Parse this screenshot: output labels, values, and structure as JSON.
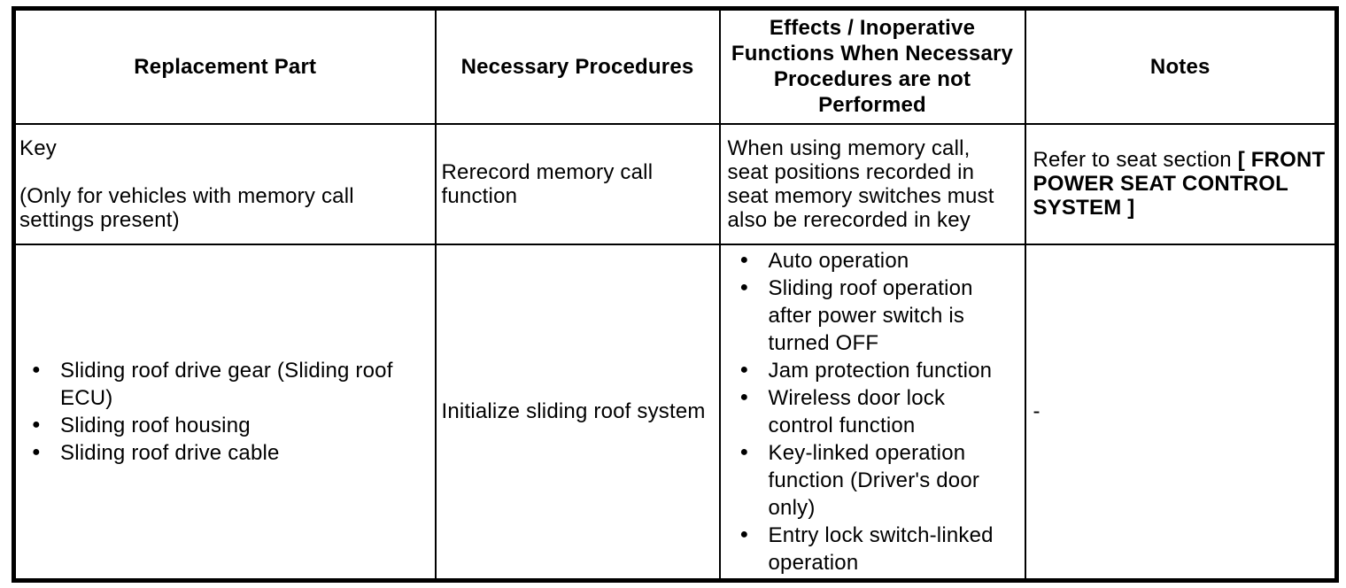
{
  "table": {
    "headers": {
      "replacement_part": "Replacement Part",
      "necessary_procedures": "Necessary Procedures",
      "effects": "Effects / Inoperative Functions When Necessary Procedures are not Performed",
      "notes": "Notes"
    },
    "rows": [
      {
        "part_title": "Key",
        "part_note": "(Only for vehicles with memory call settings present)",
        "procedure": "Rerecord memory call function",
        "effects": "When using memory call, seat positions recorded in seat memory switches must also be rerecorded in key",
        "notes_text": "Refer to seat section ",
        "notes_ref": "[ FRONT POWER SEAT CONTROL SYSTEM ]"
      },
      {
        "parts": [
          "Sliding roof drive gear (Sliding roof ECU)",
          "Sliding roof housing",
          "Sliding roof drive cable"
        ],
        "procedure": "Initialize sliding roof system",
        "effects": [
          "Auto operation",
          "Sliding roof operation after power switch is turned OFF",
          "Jam protection function",
          "Wireless door lock control function",
          "Key-linked operation function (Driver's door only)",
          "Entry lock switch-linked operation"
        ],
        "notes": "-"
      }
    ]
  }
}
